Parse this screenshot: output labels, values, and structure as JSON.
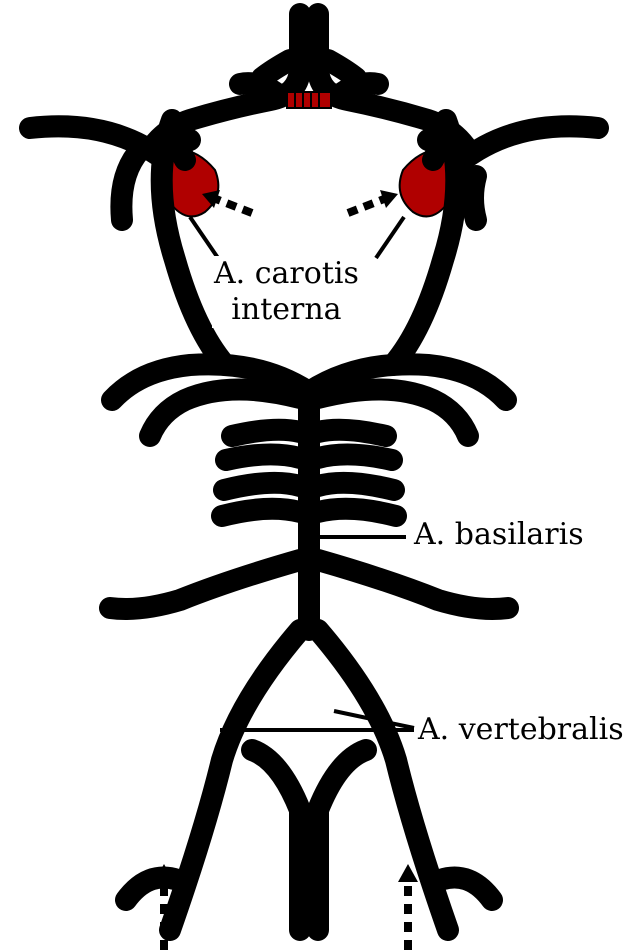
{
  "colors": {
    "artery": "#b00000",
    "outline": "#000000",
    "arrow": "#000000",
    "background": "#ffffff"
  },
  "labels": {
    "carotis_line1": "A. carotis",
    "carotis_line2": "interna",
    "basilaris": "A. basilaris",
    "vertebralis": "A. vertebralis"
  }
}
